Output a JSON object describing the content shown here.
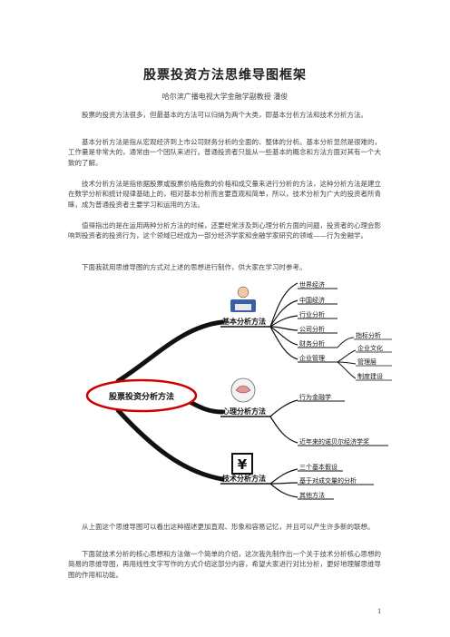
{
  "document": {
    "title": "股票投资方法思维导图框架",
    "author": "哈尔滨广播电视大学金融学副教授  潘俊",
    "paragraphs": [
      "股票的投资方法很多，但最基本的方法可以归纳为两个大类，即基本分析方法和技术分析方法。",
      "基本分析方法是指从宏观经济到上市公司财务分析的全面的、整体的分析。基本分析显然是很难的，工作量是非常大的，通常由一个团队来进行。普通投资者只能从一些基本的概念和方法方面对其有一个大致的了解。",
      "技术分析方法是指依据股票或股票价格指数的价格和成交量来进行分析的方法，这种分析方法是建立在数学分析和统计规律基础上的，相对基本分析而言要直观和简单，所以，技术分析为广大的投资者所青睐，成为普通投资者主要学习和运用的方法。",
      "值得指出的是在运用两种分析方法的时候，还要经常涉及到心理分析方面的问题，投资者的心理会影响到投资者的投资行为，这个领域已经成为一部分经济学家和金融学家研究的领域——行为金融学。",
      "下面我就用思维导图的方式对上述的思想进行制作，供大家在学习时参考。"
    ],
    "after_paragraphs": [
      "从上面这个思维导图可以看出这种描述更加直观、形象和容易记忆，并且可以产生许多新的联想。",
      "下面就技术分析的核心思想和方法做一个简单的介绍，这次我先制作出一个关于技术分析核心思想的简易的思维导图，再用线性文字写作的方式介绍这部分内容，希望大家进行对比分析，更好地理解思维导图的作用和功能。"
    ],
    "page_number": "1"
  },
  "mindmap": {
    "center": "股票投资分析方法",
    "branches": [
      {
        "label": "基本分析方法",
        "icon": "person-reading-icon",
        "items": [
          "世界经济",
          "中国经济",
          "行业分析",
          "公司分析",
          "财务分析",
          "企业管理"
        ],
        "sub": [
          {
            "parent": "财务分析",
            "items": [
              "指标分析"
            ]
          },
          {
            "parent": "企业管理",
            "items": [
              "企业文化",
              "管理层",
              "制度建设"
            ]
          }
        ]
      },
      {
        "label": "心理分析方法",
        "icon": "brain-person-icon",
        "items": [
          "行为金融学",
          "近年来的诺贝尔经济学奖"
        ]
      },
      {
        "label": "技术分析方法",
        "icon": "yen-icon",
        "items": [
          "三个基本假设",
          "基于对成交量的分析",
          "其他方法"
        ]
      }
    ],
    "icon_text": {
      "yen": "¥"
    },
    "colors": {
      "branch": "#111111",
      "center_border": "#d10000",
      "center_text": "#111111"
    }
  }
}
